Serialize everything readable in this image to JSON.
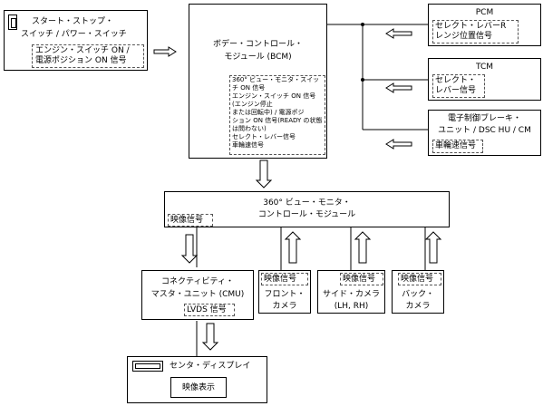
{
  "switch_box": {
    "title_line1": "スタート・ストップ・",
    "title_line2": "スイッチ / パワー・スイッチ",
    "signal_line1": "エンジン・スイッチ ON /",
    "signal_line2": "電源ポジション ON 信号"
  },
  "bcm": {
    "title_line1": "ボデー・コントロール・",
    "title_line2": "モジュール (BCM)",
    "signals": [
      "360° ビュー・モニタ・スイッ",
      "チ ON 信号",
      "エンジン・スイッチ ON 信号",
      "(エンジン停止",
      "または回転中) / 電源ポジ",
      "ション ON 信号(READY の状態",
      "は問わない)",
      "セレクト・レバー信号",
      "車輪速信号"
    ]
  },
  "pcm": {
    "title": "PCM",
    "signal_line1": "セレクト・レバーR",
    "signal_line2": "レンジ位置信号"
  },
  "tcm": {
    "title": "TCM",
    "signal_line1": "セレクト・",
    "signal_line2": "レバー信号"
  },
  "brake": {
    "title_line1": "電子制御ブレーキ・",
    "title_line2": "ユニット / DSC HU / CM",
    "signal": "車輪速信号"
  },
  "monitor_module": {
    "title_line1": "360° ビュー・モニタ・",
    "title_line2": "コントロール・モジュール",
    "signal": "映像信号"
  },
  "cmu": {
    "title_line1": "コネクティビティ・",
    "title_line2": "マスタ・ユニット (CMU)",
    "signal": "LVDS 信号"
  },
  "front_camera": {
    "signal": "映像信号",
    "title_line1": "フロント・",
    "title_line2": "カメラ"
  },
  "side_camera": {
    "signal": "映像信号",
    "title_line1": "サイド・カメラ",
    "title_line2": "(LH, RH)"
  },
  "back_camera": {
    "signal": "映像信号",
    "title_line1": "バック・",
    "title_line2": "カメラ"
  },
  "display": {
    "title": "センタ・ディスプレイ",
    "content": "映像表示"
  }
}
